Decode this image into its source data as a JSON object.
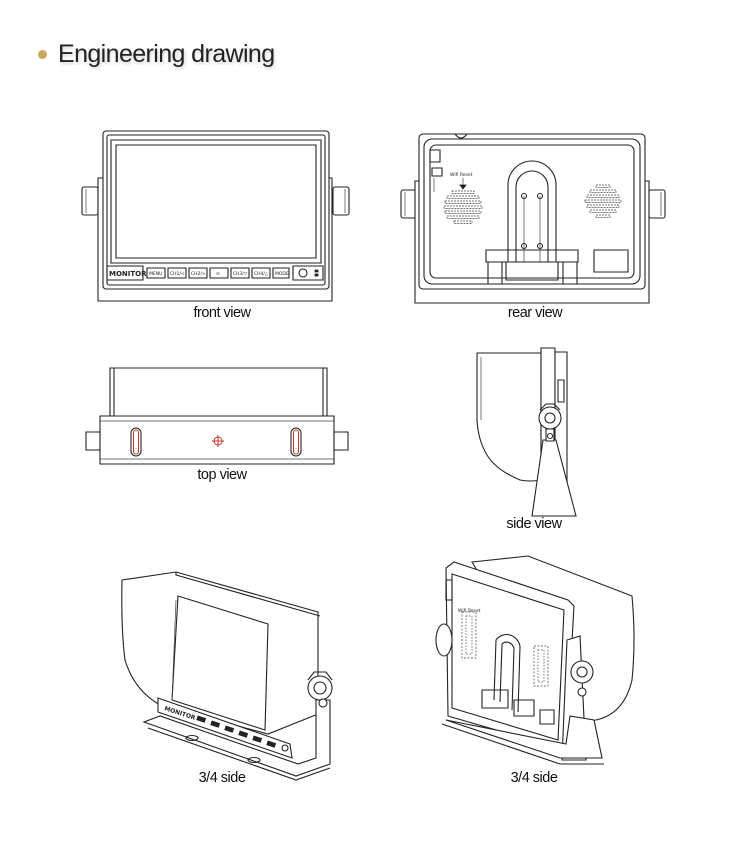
{
  "heading": {
    "title": "Engineering drawing",
    "bullet_color": "#c9a85c"
  },
  "views": {
    "front": {
      "caption": "front view",
      "brand_label": "MONITOR",
      "button_labels": [
        "MENU",
        "CH1/<",
        "CH2/>",
        "⊙",
        "CH3/▽",
        "CH4/△",
        "MODE"
      ]
    },
    "rear": {
      "caption": "rear view"
    },
    "top": {
      "caption": "top view"
    },
    "side": {
      "caption": "side view"
    },
    "three_quarter_left": {
      "caption": "3/4 side",
      "brand_label": "MONITOR"
    },
    "three_quarter_right": {
      "caption": "3/4 side"
    }
  }
}
